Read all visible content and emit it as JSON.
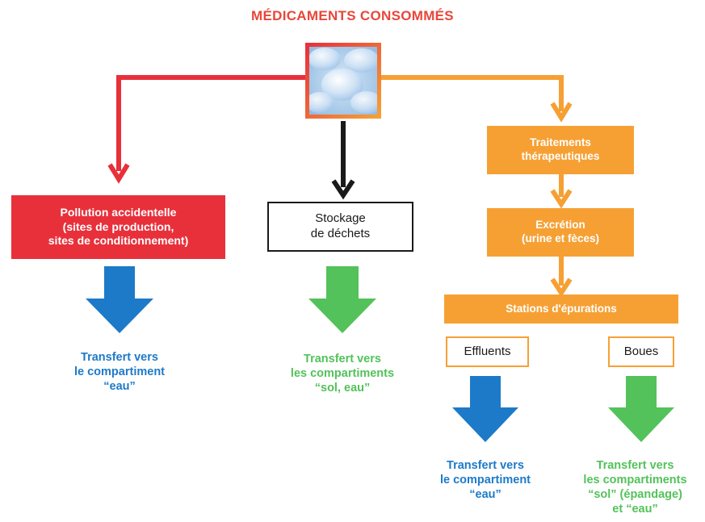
{
  "title": "MÉDICAMENTS CONSOMMÉS",
  "colors": {
    "title": "#e9463a",
    "red": "#e8303b",
    "orange": "#f6a034",
    "black": "#1a1a1a",
    "blue": "#1d7ac8",
    "green": "#53c25a"
  },
  "image": {
    "icon": "pills-photo"
  },
  "boxes": {
    "pollution": {
      "lines": [
        "Pollution accidentelle",
        "(sites de production,",
        "sites de conditionnement)"
      ]
    },
    "stockage": {
      "lines": [
        "Stockage",
        "de déchets"
      ]
    },
    "traitements": {
      "lines": [
        "Traitements",
        "thérapeutiques"
      ]
    },
    "excretion": {
      "lines": [
        "Excrétion",
        "(urine et fèces)"
      ]
    },
    "stations": {
      "lines": [
        "Stations d'épurations"
      ]
    },
    "effluents": {
      "lines": [
        "Effluents"
      ]
    },
    "boues": {
      "lines": [
        "Boues"
      ]
    }
  },
  "captions": {
    "pollution": [
      "Transfert vers",
      "le compartiment",
      "“eau”"
    ],
    "stockage": [
      "Transfert vers",
      "les compartiments",
      "“sol, eau”"
    ],
    "effluents": [
      "Transfert vers",
      "le compartiment",
      "“eau”"
    ],
    "boues": [
      "Transfert vers",
      "les compartiments",
      "“sol” (épandage)",
      "et “eau”"
    ]
  }
}
